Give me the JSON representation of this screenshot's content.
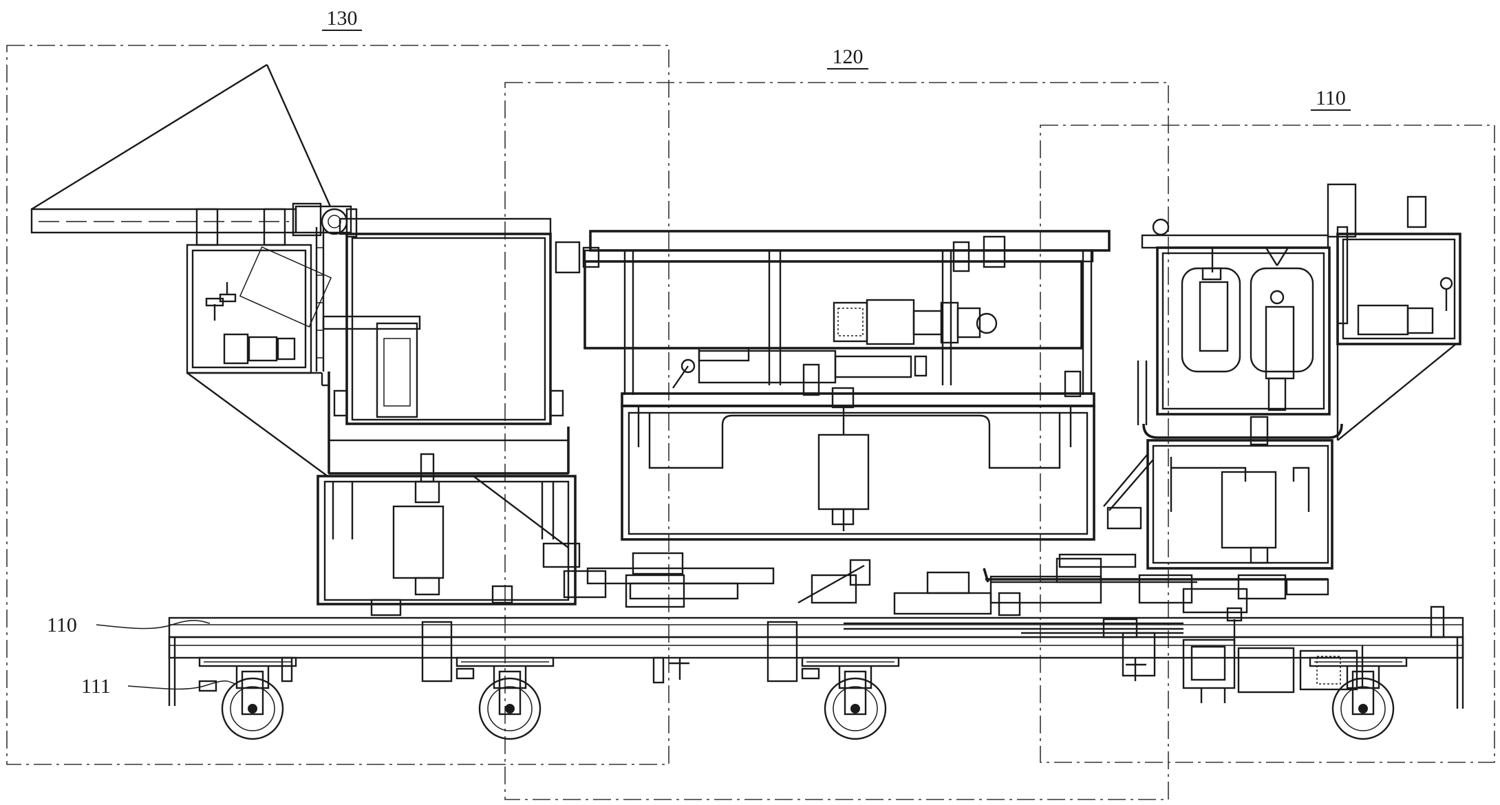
{
  "modules": [
    {
      "id": "module-130",
      "label": "130"
    },
    {
      "id": "module-120",
      "label": "120"
    },
    {
      "id": "module-110",
      "label": "110"
    }
  ],
  "callouts": [
    {
      "id": "callout-110",
      "label": "110"
    },
    {
      "id": "callout-111",
      "label": "111"
    }
  ]
}
